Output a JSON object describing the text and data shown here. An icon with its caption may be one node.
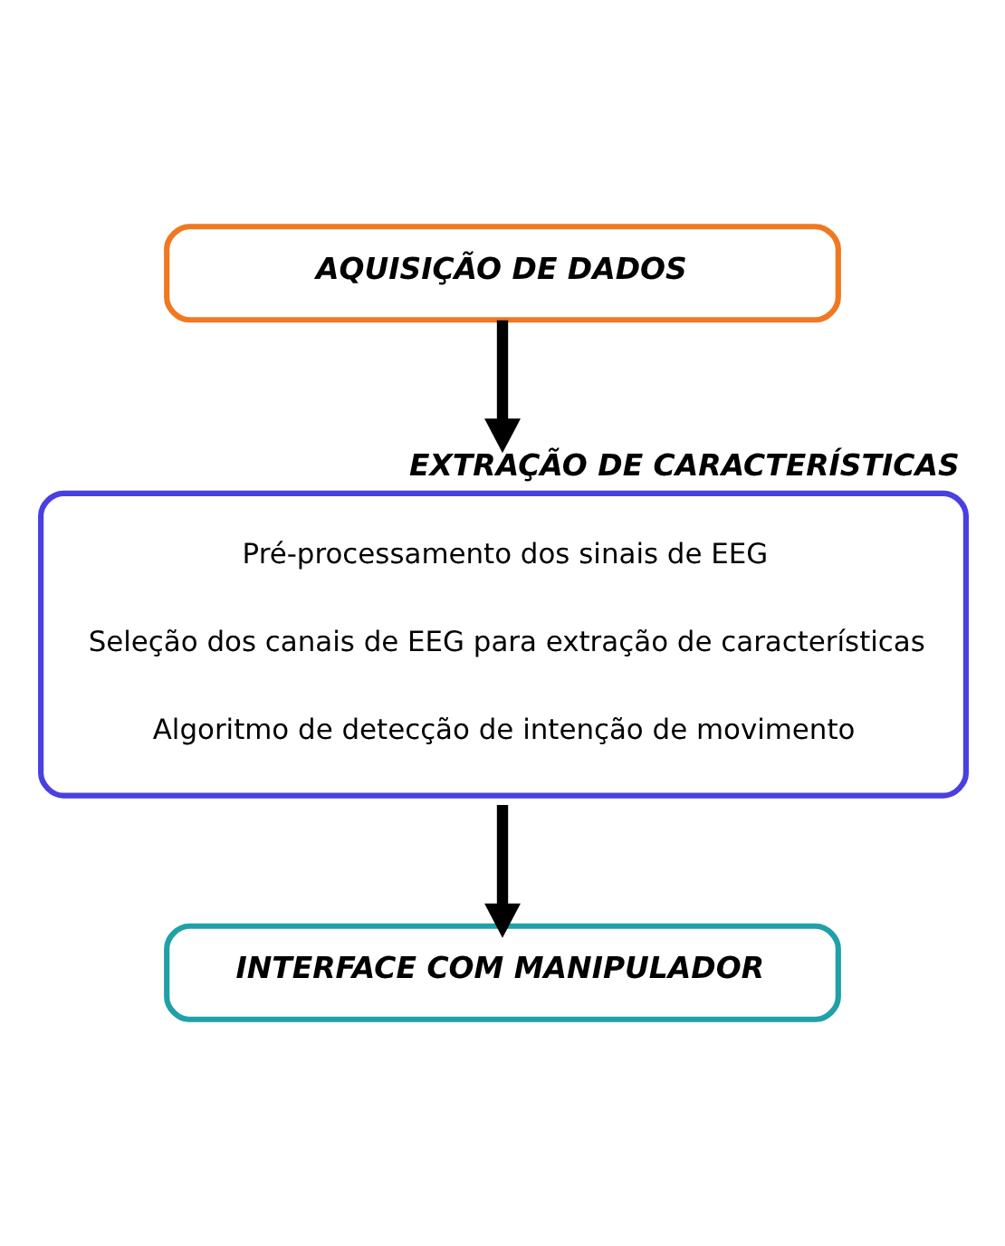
{
  "diagram": {
    "nodes": [
      {
        "text": [
          "AQUISIÇÃO DE DADOS"
        ]
      },
      {
        "text": [
          "EXTRAÇÃO DE CARACTERÍSTICAS",
          "Pré-processamento dos sinais de EEG",
          "Seleção dos canais de EEG para extração de características",
          "Algoritmo de detecção de intenção de movimento"
        ]
      },
      {
        "text": [
          "INTERFACE COM MANIPULADOR"
        ]
      }
    ],
    "edges": [
      {
        "from": 0,
        "to": 1,
        "arrow": "to"
      },
      {
        "from": 1,
        "to": 2,
        "arrow": "to"
      }
    ]
  }
}
